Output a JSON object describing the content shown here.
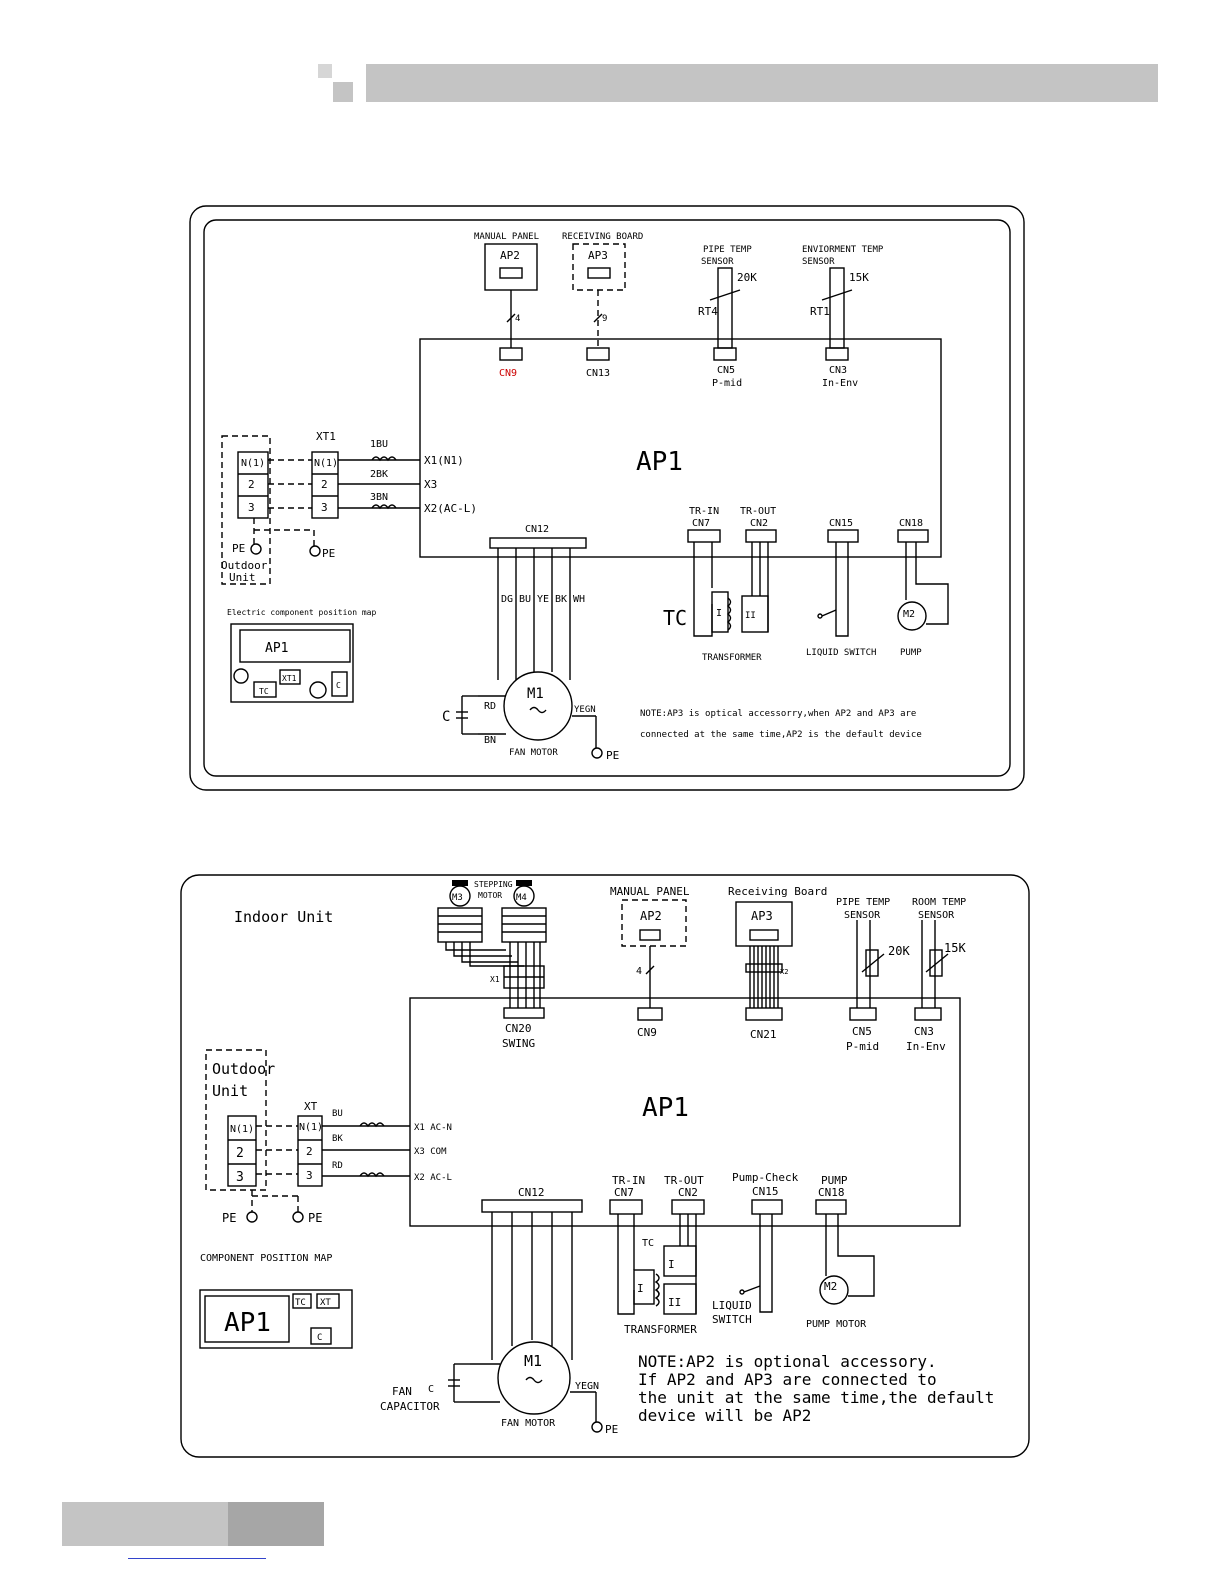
{
  "colors": {
    "header_light": "#d6d6d6",
    "header_dark": "#8f8f8f",
    "header_bar": "#c4c4c4",
    "red_label": "#cc0000"
  },
  "diagram1": {
    "manual_panel": "MANUAL PANEL",
    "receiving_board": "RECEIVING BOARD",
    "pipe_temp": [
      "PIPE TEMP",
      "SENSOR"
    ],
    "env_temp": [
      "ENVIORMENT TEMP",
      "SENSOR"
    ],
    "ap2": "AP2",
    "ap3": "AP3",
    "wire4": "4",
    "wire9": "9",
    "r20k": "20K",
    "r15k": "15K",
    "rt4": "RT4",
    "rt1": "RT1",
    "cn9": "CN9",
    "cn13": "CN13",
    "cn5": "CN5",
    "cn5_sub": "P-mid",
    "cn3": "CN3",
    "cn3_sub": "In-Env",
    "ap1": "AP1",
    "xt1": "XT1",
    "term_n1": "N(1)",
    "term_2": "2",
    "term_3": "3",
    "w_1bu": "1BU",
    "w_2bk": "2BK",
    "w_3bn": "3BN",
    "x1": "X1(N1)",
    "x3": "X3",
    "x2": "X2(AC-L)",
    "pe": "PE",
    "outdoor": [
      "Outdoor",
      "Unit"
    ],
    "cn12": "CN12",
    "tr_in": "TR-IN",
    "cn7": "CN7",
    "tr_out": "TR-OUT",
    "cn2": "CN2",
    "cn15": "CN15",
    "cn18": "CN18",
    "fan_wires": [
      "DG",
      "BU",
      "YE",
      "BK",
      "WH"
    ],
    "tc": "TC",
    "coil1": "I",
    "coil2": "II",
    "transformer": "TRANSFORMER",
    "liquid_switch": "LIQUID SWITCH",
    "pump": "PUMP",
    "m2": "M2",
    "map_title": "Electric component position map",
    "map_ap1": "AP1",
    "map_tc": "TC",
    "map_xt1": "XT1",
    "map_c": "C",
    "m1": "M1",
    "rd": "RD",
    "bn": "BN",
    "cap": "C",
    "yegn": "YEGN",
    "fan_motor": "FAN MOTOR",
    "note": [
      "NOTE:AP3 is optical accessorry,when AP2 and AP3 are",
      "connected at the same time,AP2 is the default device"
    ]
  },
  "diagram2": {
    "indoor": "Indoor Unit",
    "stepping": [
      "STEPPING",
      "MOTOR"
    ],
    "m3": "M3",
    "m4": "M4",
    "x1": "X1",
    "manual_panel": "MANUAL PANEL",
    "receiving_board": "Receiving Board",
    "pipe_temp": [
      "PIPE TEMP",
      "SENSOR"
    ],
    "room_temp": [
      "ROOM TEMP",
      "SENSOR"
    ],
    "ap2": "AP2",
    "ap3": "AP3",
    "wire4": "4",
    "x2": "X2",
    "r20k": "20K",
    "r15k": "15K",
    "cn20": "CN20",
    "swing": "SWING",
    "cn9": "CN9",
    "cn21": "CN21",
    "cn5": "CN5",
    "cn5_sub": "P-mid",
    "cn3": "CN3",
    "cn3_sub": "In-Env",
    "ap1": "AP1",
    "outdoor": [
      "Outdoor",
      "Unit"
    ],
    "xt": "XT",
    "term_n1": "N(1)",
    "term_2": "2",
    "term_3": "3",
    "w_bu": "BU",
    "w_bk": "BK",
    "w_rd": "RD",
    "x1_acn": "X1 AC-N",
    "x3_com": "X3  COM",
    "x2_acl": "X2 AC-L",
    "pe": "PE",
    "comp_map": "COMPONENT POSITION MAP",
    "map_ap1": "AP1",
    "map_tc": "TC",
    "map_xt": "XT",
    "map_c": "C",
    "cn12": "CN12",
    "tr_in": "TR-IN",
    "cn7": "CN7",
    "tr_out": "TR-OUT",
    "cn2": "CN2",
    "pump_check": "Pump-Check",
    "cn15": "CN15",
    "pump": "PUMP",
    "cn18": "CN18",
    "tc": "TC",
    "coil1": "I",
    "coil2": "II",
    "transformer": "TRANSFORMER",
    "liquid": "LIQUID",
    "switch": "SWITCH",
    "m2": "M2",
    "pump_motor": "PUMP MOTOR",
    "m1": "M1",
    "fan": "FAN",
    "capacitor": "CAPACITOR",
    "cap": "C",
    "yegn": "YEGN",
    "fan_motor": "FAN MOTOR",
    "note": [
      "NOTE:AP2 is optional accessory.",
      "If AP2 and AP3 are connected to",
      "the unit at the same time,the default",
      "device will be AP2"
    ]
  }
}
